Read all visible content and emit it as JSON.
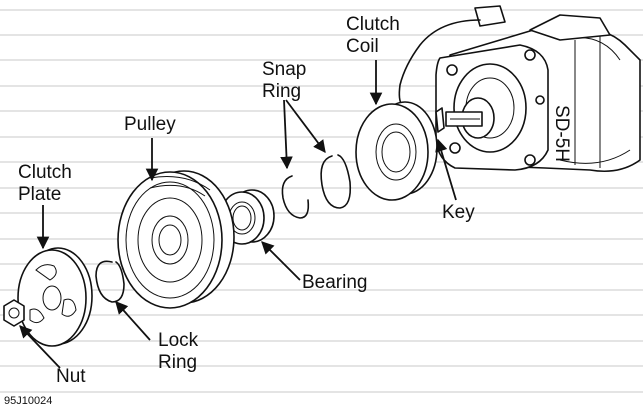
{
  "labels": {
    "clutch_coil_1": "Clutch",
    "clutch_coil_2": "Coil",
    "snap_ring_1": "Snap",
    "snap_ring_2": "Ring",
    "pulley": "Pulley",
    "clutch_plate_1": "Clutch",
    "clutch_plate_2": "Plate",
    "key": "Key",
    "bearing": "Bearing",
    "lock_ring_1": "Lock",
    "lock_ring_2": "Ring",
    "nut": "Nut",
    "compressor_marking": "SD-5H"
  },
  "figure_code": "95J10024"
}
